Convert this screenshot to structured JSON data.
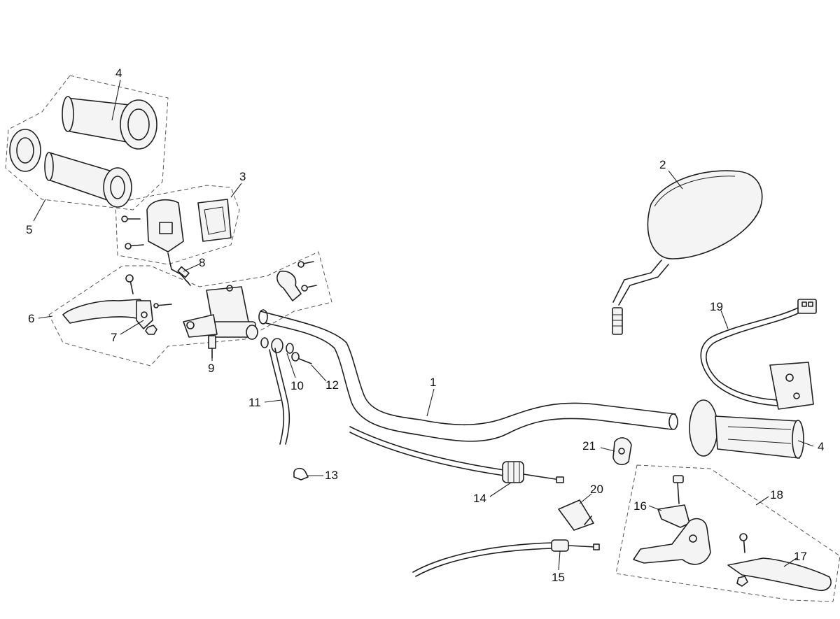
{
  "diagram": {
    "callouts": [
      {
        "id": "c1",
        "text": "1"
      },
      {
        "id": "c2",
        "text": "2"
      },
      {
        "id": "c3",
        "text": "3"
      },
      {
        "id": "c4a",
        "text": "4"
      },
      {
        "id": "c4b",
        "text": "4"
      },
      {
        "id": "c5",
        "text": "5"
      },
      {
        "id": "c6",
        "text": "6"
      },
      {
        "id": "c7",
        "text": "7"
      },
      {
        "id": "c8",
        "text": "8"
      },
      {
        "id": "c9",
        "text": "9"
      },
      {
        "id": "c10",
        "text": "10"
      },
      {
        "id": "c11",
        "text": "11"
      },
      {
        "id": "c12",
        "text": "12"
      },
      {
        "id": "c13",
        "text": "13"
      },
      {
        "id": "c14",
        "text": "14"
      },
      {
        "id": "c15",
        "text": "15"
      },
      {
        "id": "c16",
        "text": "16"
      },
      {
        "id": "c17",
        "text": "17"
      },
      {
        "id": "c18",
        "text": "18"
      },
      {
        "id": "c19",
        "text": "19"
      },
      {
        "id": "c20",
        "text": "20"
      },
      {
        "id": "c21",
        "text": "21"
      }
    ]
  }
}
